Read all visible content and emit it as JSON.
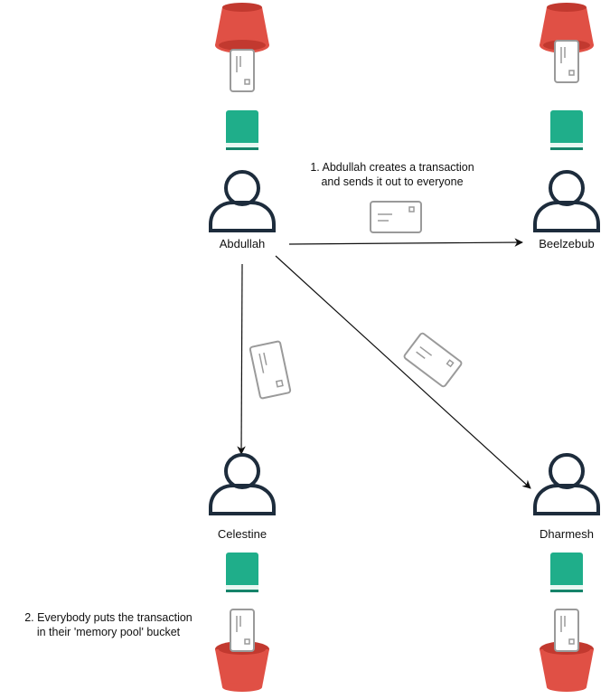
{
  "colors": {
    "bucket": "#e05045",
    "bucket_dark": "#c2392f",
    "book": "#1fae8a",
    "book_dark": "#16846a",
    "person": "#1d2c3c",
    "card": "#9a9a9a",
    "arrow": "#111111"
  },
  "icons": [
    "memory-pool-bucket-icon",
    "transaction-card-icon",
    "ledger-book-icon",
    "person-icon",
    "arrow"
  ],
  "nodes": {
    "abdullah": "Abdullah",
    "beelzebub": "Beelzebub",
    "celestine": "Celestine",
    "dharmesh": "Dharmesh"
  },
  "notes": {
    "step1_line1": "1. Abdullah creates a transaction",
    "step1_line2": "and sends it out to everyone",
    "step2_line1": "2. Everybody puts the transaction",
    "step2_line2": "in their 'memory pool' bucket"
  }
}
